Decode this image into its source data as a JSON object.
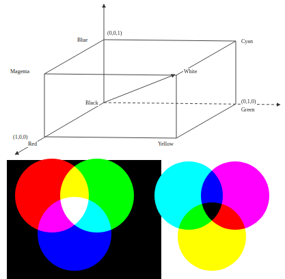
{
  "diagram": {
    "labels": [
      "Blue",
      "(0,0,1)",
      "Cyan",
      "Magenta",
      "White",
      "Black",
      "(0,1,0)",
      "Green",
      "(1,0,0)",
      "Red",
      "Yellow"
    ]
  }
}
